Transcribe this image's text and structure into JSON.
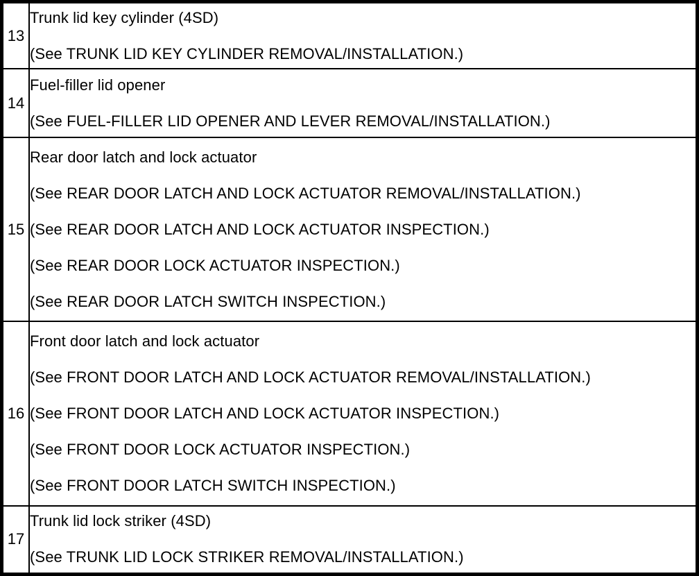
{
  "colors": {
    "border": "#000000",
    "background": "#ffffff",
    "text": "#000000"
  },
  "table": {
    "rows": [
      {
        "num": "13",
        "lines": [
          "Trunk lid key cylinder (4SD)",
          "(See TRUNK LID KEY CYLINDER REMOVAL/INSTALLATION.)"
        ]
      },
      {
        "num": "14",
        "lines": [
          "Fuel-filler lid opener",
          "(See FUEL-FILLER LID OPENER AND LEVER REMOVAL/INSTALLATION.)"
        ]
      },
      {
        "num": "15",
        "lines": [
          "Rear door latch and lock actuator",
          "(See REAR DOOR LATCH AND LOCK ACTUATOR REMOVAL/INSTALLATION.)",
          "(See REAR DOOR LATCH AND LOCK ACTUATOR INSPECTION.)",
          "(See REAR DOOR LOCK ACTUATOR INSPECTION.)",
          "(See REAR DOOR LATCH SWITCH INSPECTION.)"
        ]
      },
      {
        "num": "16",
        "lines": [
          "Front door latch and lock actuator",
          "(See FRONT DOOR LATCH AND LOCK ACTUATOR REMOVAL/INSTALLATION.)",
          "(See FRONT DOOR LATCH AND LOCK ACTUATOR INSPECTION.)",
          "(See FRONT DOOR LOCK ACTUATOR INSPECTION.)",
          "(See FRONT DOOR LATCH SWITCH INSPECTION.)"
        ]
      },
      {
        "num": "17",
        "lines": [
          "Trunk lid lock striker (4SD)",
          "(See TRUNK LID LOCK STRIKER REMOVAL/INSTALLATION.)"
        ]
      }
    ]
  }
}
